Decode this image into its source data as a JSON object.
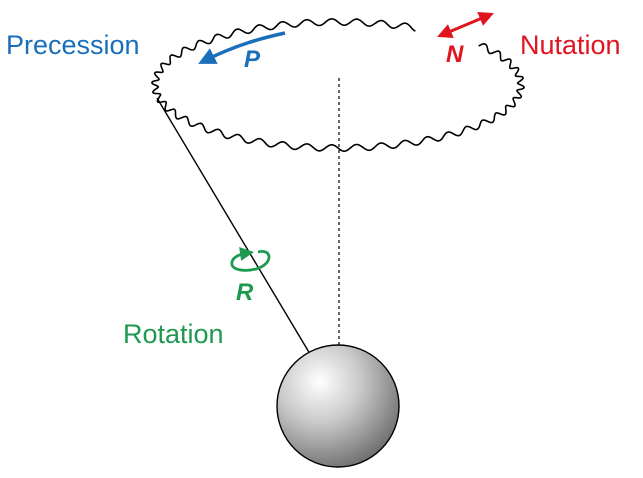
{
  "labels": {
    "precession": "Precession",
    "nutation": "Nutation",
    "rotation": "Rotation"
  },
  "symbols": {
    "precession": "P",
    "nutation": "N",
    "rotation": "R"
  },
  "colors": {
    "precession": "#1a6fba",
    "nutation": "#e0141e",
    "rotation": "#1e9a50",
    "line": "#000000",
    "sphere_light": "#ffffff",
    "sphere_dark": "#6e6e6e"
  },
  "icons": {
    "precession_arrow": "curved-arrow-left-icon",
    "nutation_arrow": "double-headed-arrow-icon",
    "rotation_arrow": "circular-arrow-icon"
  }
}
